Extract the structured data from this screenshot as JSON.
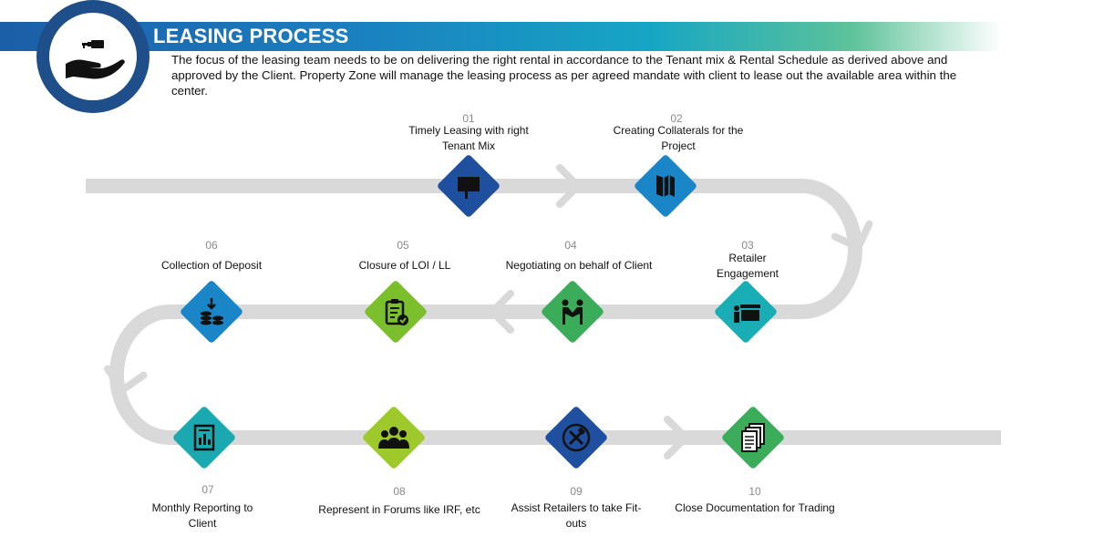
{
  "header": {
    "title": "LEASING PROCESS",
    "intro": "The focus of the leasing team needs to be on delivering the right rental in accordance to the Tenant mix & Rental Schedule as derived above and approved by the Client. Property Zone will manage the leasing process as per agreed mandate with client to lease out the available area within the center."
  },
  "logo": {
    "icon": "hand-key-icon"
  },
  "steps": [
    {
      "num": "01",
      "label": "Timely Leasing with  right Tenant Mix",
      "icon": "leasing-sign-icon",
      "color": "#1f4f9f"
    },
    {
      "num": "02",
      "label": "Creating Collaterals for the Project",
      "icon": "brochure-icon",
      "color": "#1a86c8"
    },
    {
      "num": "03",
      "label": "Retailer Engagement",
      "icon": "retail-store-icon",
      "color": "#19aeb5"
    },
    {
      "num": "04",
      "label": "Negotiating on behalf of Client",
      "icon": "handshake-icon",
      "color": "#3aac5a"
    },
    {
      "num": "05",
      "label": "Closure of LOI / LL",
      "icon": "clipboard-check-icon",
      "color": "#7cbf2c"
    },
    {
      "num": "06",
      "label": "Collection of Deposit",
      "icon": "coins-icon",
      "color": "#1a86c8"
    },
    {
      "num": "07",
      "label": "Monthly Reporting to Client",
      "icon": "report-icon",
      "color": "#1aa9b0"
    },
    {
      "num": "08",
      "label": "Represent in Forums like IRF, etc",
      "icon": "group-icon",
      "color": "#9dc92a"
    },
    {
      "num": "09",
      "label": "Assist Retailers to take Fit-outs",
      "icon": "tools-icon",
      "color": "#1f4f9f"
    },
    {
      "num": "10",
      "label": "Close Documentation for Trading",
      "icon": "documents-icon",
      "color": "#3aac5a"
    }
  ],
  "colors": {
    "track": "#d9d9d9",
    "title_band_start": "#1b5ea8",
    "logo_ring": "#1f4f8a"
  }
}
